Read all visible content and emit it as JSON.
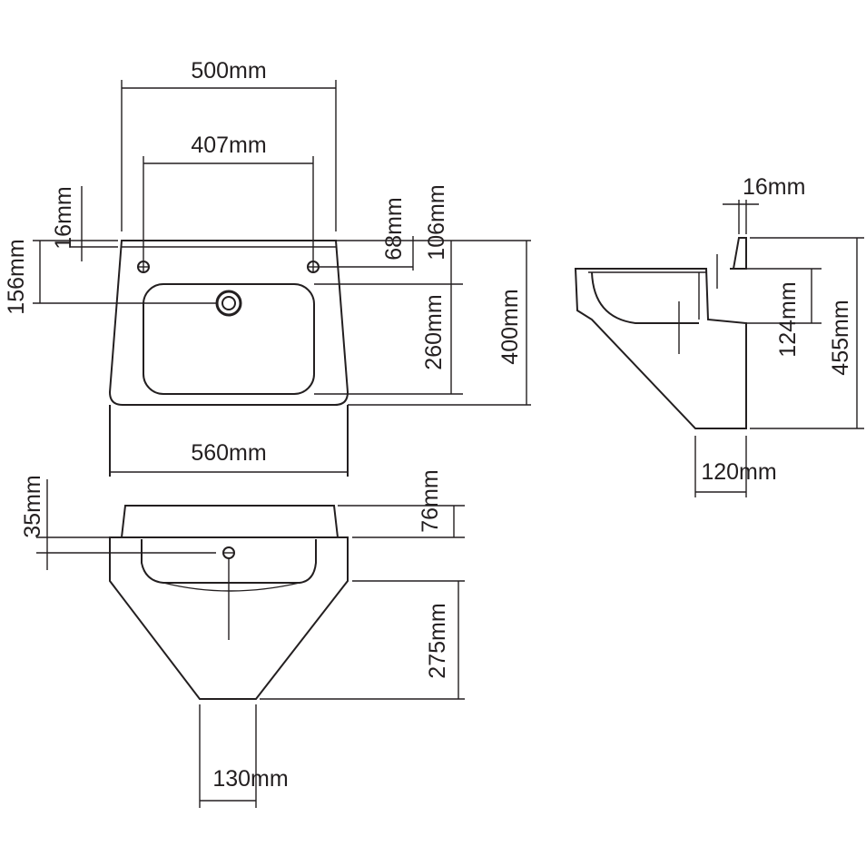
{
  "dimensions": {
    "top_overall_width": "500mm",
    "tap_hole_spacing": "407mm",
    "top_ledge_offset": "16mm",
    "tap_hole_depth": "68mm",
    "ledge_to_bowl": "106mm",
    "waste_offset": "156mm",
    "bowl_depth": "260mm",
    "overall_depth": "400mm",
    "bottom_width": "560mm",
    "side_wall_thickness": "16mm",
    "side_bowl_depth": "124mm",
    "side_overall_height": "455mm",
    "side_base_width": "120mm",
    "front_overflow_offset": "35mm",
    "front_rim_height": "76mm",
    "front_pedestal_height": "275mm",
    "front_base_width": "130mm"
  }
}
